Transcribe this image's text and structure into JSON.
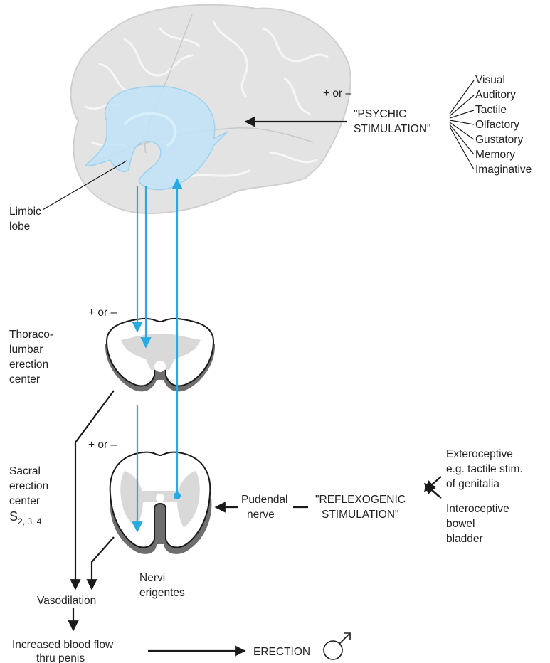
{
  "brain": {
    "modulation": "+ or –",
    "psychic_line1": "\"PSYCHIC",
    "psychic_line2": "STIMULATION\"",
    "senses": [
      "Visual",
      "Auditory",
      "Tactile",
      "Olfactory",
      "Gustatory",
      "Memory",
      "Imaginative"
    ],
    "limbic_line1": "Limbic",
    "limbic_line2": "lobe"
  },
  "thoracolumbar": {
    "modulation": "+ or –",
    "label_lines": [
      "Thoraco-",
      "lumbar",
      "erection",
      "center"
    ]
  },
  "sacral": {
    "modulation": "+ or –",
    "label_lines": [
      "Sacral",
      "erection",
      "center"
    ],
    "segment_base": "S",
    "segment_sub": "2, 3, 4"
  },
  "nerves": {
    "nervi_line1": "Nervi",
    "nervi_line2": "erigentes",
    "pudendal_line1": "Pudendal",
    "pudendal_line2": "nerve"
  },
  "reflexogenic": {
    "line1": "\"REFLEXOGENIC",
    "line2": "STIMULATION\"",
    "exteroceptive_lines": [
      "Exteroceptive",
      "e.g. tactile stim.",
      "of genitalia"
    ],
    "interoceptive_lines": [
      "Interoceptive",
      "bowel",
      "bladder"
    ]
  },
  "outcome": {
    "vasodilation": "Vasodilation",
    "blood_flow_line1": "Increased blood flow",
    "blood_flow_line2": "thru penis",
    "erection": "ERECTION"
  },
  "colors": {
    "pathway": "#27a9e1",
    "brain_fill": "#e3e3e3",
    "limbic_fill": "#bfe3f7",
    "ink": "#1a1a1a"
  }
}
